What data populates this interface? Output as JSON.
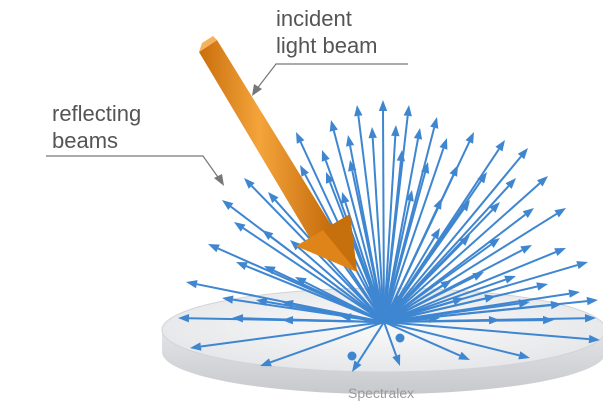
{
  "labels": {
    "incident_line1": "incident",
    "incident_line2": "light beam",
    "reflect_line1": "reflecting",
    "reflect_line2": "beams",
    "watermark": "Spectralex"
  },
  "colors": {
    "reflected_beam": "#3f86d1",
    "incident_beam": "#e48a1a",
    "surface_top": "#f1f1f3",
    "surface_side": "#d9dadd",
    "leader_line": "#777777",
    "text": "#555555"
  },
  "icons": {
    "incident_beam": "orange-arrow",
    "reflected_beams": "blue-arrow-fan",
    "surface": "white-disc"
  }
}
